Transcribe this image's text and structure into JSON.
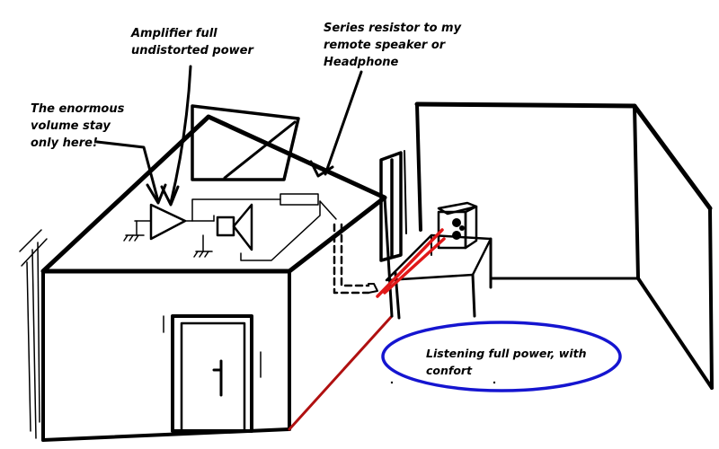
{
  "labels": {
    "amplifier": "Amplifier full\nundistorted power",
    "series_resistor": "Series resistor to my\nremote speaker or\nHeadphone",
    "enormous_volume": "The enormous\nvolume stay\nonly here!",
    "listening": "Listening full power, with\nconfort"
  },
  "colors": {
    "ink": "#000000",
    "ellipse": "#1515d0",
    "headphone_cable": "#e01818",
    "wall_edge": "#b01010"
  }
}
